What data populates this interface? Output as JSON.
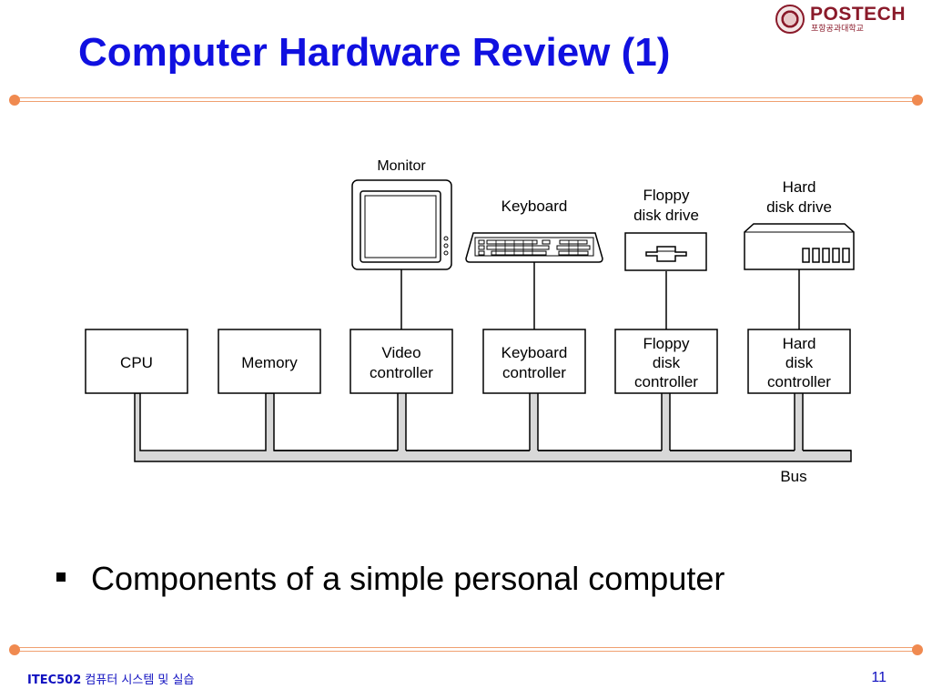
{
  "slide": {
    "title": "Computer Hardware Review (1)",
    "bullet": "Components of a simple personal computer",
    "page_number": "11"
  },
  "logo": {
    "name": "POSTECH",
    "subtitle": "포항공과대학교"
  },
  "footer": {
    "course_code": "ITEC502",
    "course_name": "컴퓨터 시스템 및 실습"
  },
  "diagram": {
    "devices": {
      "monitor": "Monitor",
      "keyboard": "Keyboard",
      "floppy": [
        "Floppy",
        "disk drive"
      ],
      "hard_disk": [
        "Hard",
        "disk drive"
      ]
    },
    "components": {
      "cpu": [
        "CPU"
      ],
      "memory": [
        "Memory"
      ],
      "video_controller": [
        "Video",
        "controller"
      ],
      "keyboard_controller": [
        "Keyboard",
        "controller"
      ],
      "floppy_controller": [
        "Floppy",
        "disk",
        "controller"
      ],
      "hard_disk_controller": [
        "Hard",
        "disk",
        "controller"
      ]
    },
    "bus_label": "Bus"
  },
  "colors": {
    "title": "#1010e0",
    "accent_rule": "#f08a50",
    "footer_text": "#1010c0",
    "logo": "#8a1a2a",
    "bus_fill": "#d8d8d8"
  }
}
